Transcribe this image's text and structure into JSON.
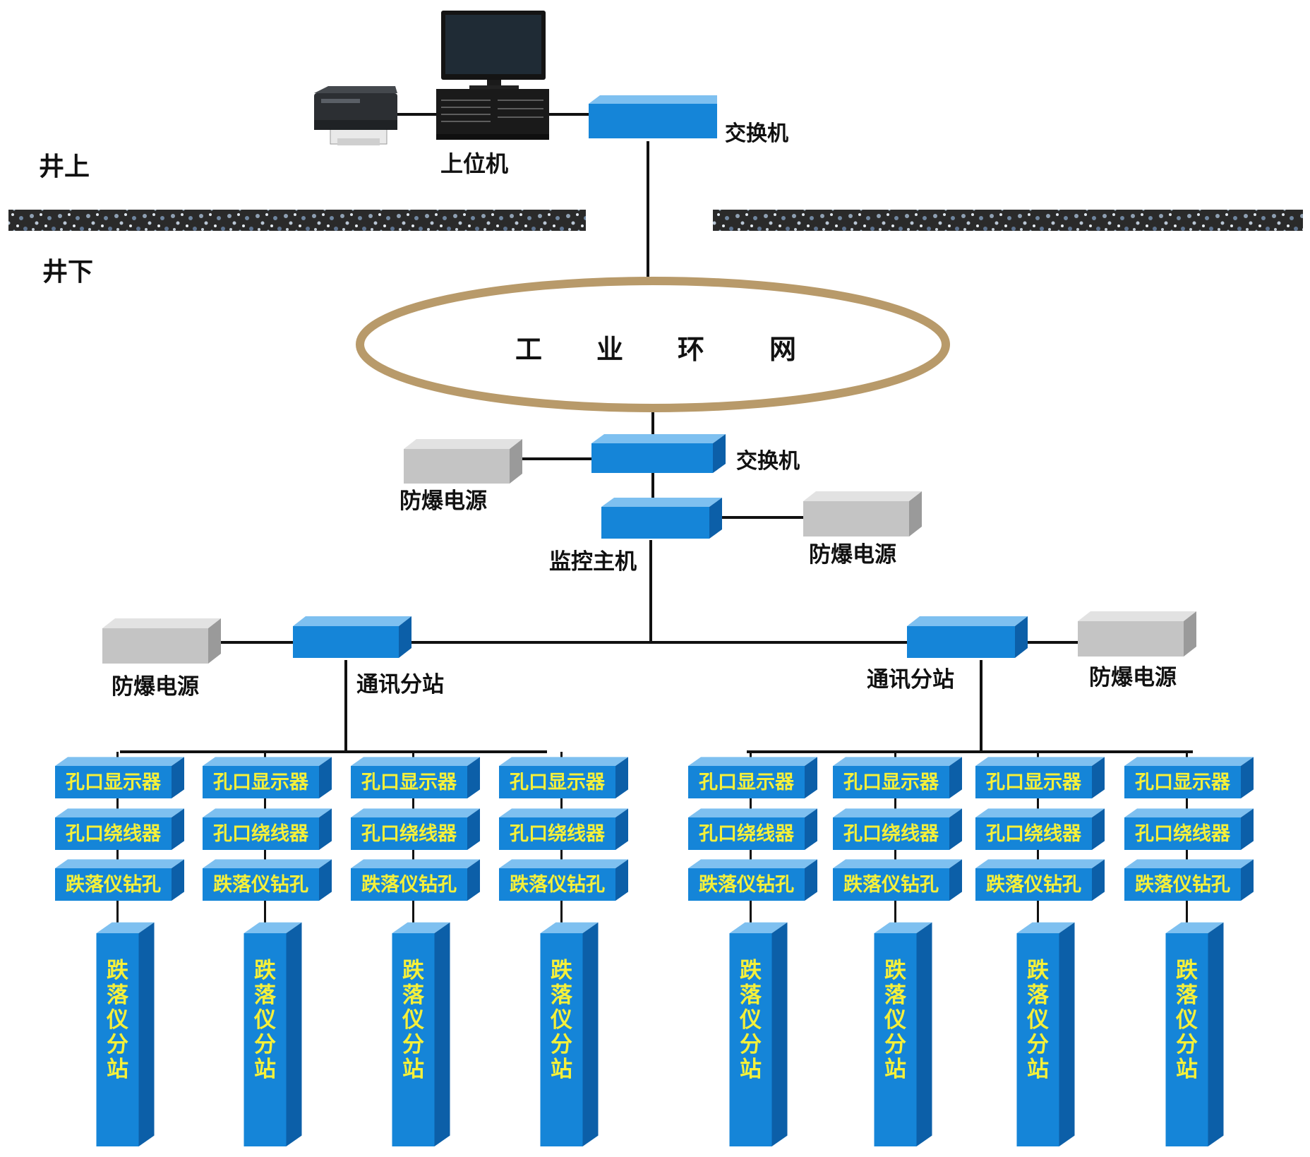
{
  "surface": {
    "above_ground": "井上",
    "underground": "井下"
  },
  "top": {
    "host_label": "上位机",
    "switch_label": "交换机"
  },
  "ring": {
    "chars": [
      "工",
      "业",
      "环",
      "网"
    ]
  },
  "core": {
    "switch_label": "交换机",
    "monitor_host_label": "监控主机",
    "power_left_label": "防爆电源",
    "power_right_label": "防爆电源"
  },
  "stations": [
    {
      "label": "通讯分站",
      "power_label": "防爆电源"
    },
    {
      "label": "通讯分站",
      "power_label": "防爆电源"
    }
  ],
  "column_items": {
    "display": "孔口显示器",
    "winder": "孔口绕线器",
    "drill": "跌落仪钻孔",
    "substation": "跌落仪分站"
  },
  "colors": {
    "blue_box": "#1585d8",
    "blue_top": "#7ec0f0",
    "blue_side": "#0c5fa8",
    "ring": "#b89a6a",
    "gray_box": "#c4c4c4",
    "box_text": "#f5f03a",
    "line": "#111111"
  }
}
